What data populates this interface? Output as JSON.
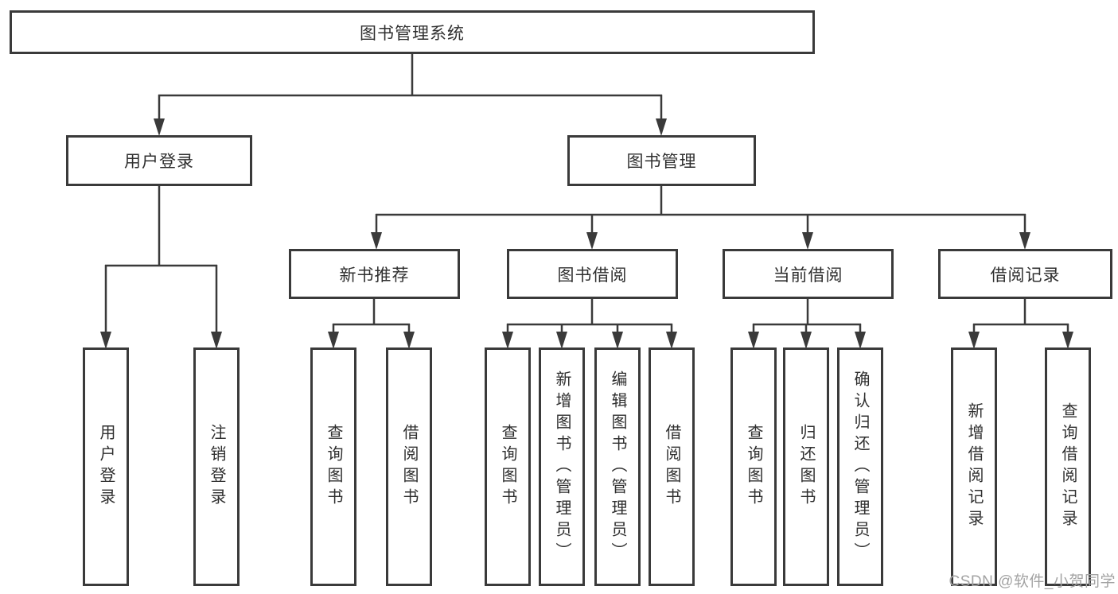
{
  "diagram": {
    "root": {
      "label": "图书管理系统"
    },
    "level2": [
      {
        "label": "用户登录",
        "children": [
          "用户登录",
          "注销登录"
        ]
      },
      {
        "label": "图书管理"
      }
    ],
    "level3": [
      {
        "label": "新书推荐",
        "children": [
          "查询图书",
          "借阅图书"
        ]
      },
      {
        "label": "图书借阅",
        "children": [
          "查询图书",
          "新增图书（管理员）",
          "编辑图书（管理员）",
          "借阅图书"
        ]
      },
      {
        "label": "当前借阅",
        "children": [
          "查询图书",
          "归还图书",
          "确认归还（管理员）"
        ]
      },
      {
        "label": "借阅记录",
        "children": [
          "新增借阅记录",
          "查询借阅记录"
        ]
      }
    ]
  },
  "watermark": "CSDN @软件_小贺同学",
  "colors": {
    "line": "#3a3a3a",
    "text": "#2f2f2f",
    "background": "#ffffff",
    "watermark": "#a3a3a3"
  }
}
